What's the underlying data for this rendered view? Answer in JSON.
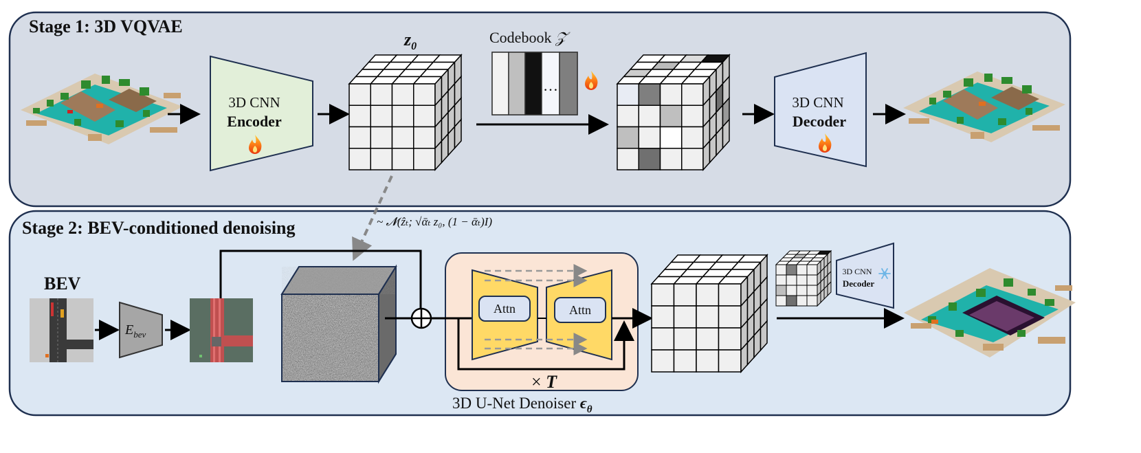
{
  "stage1": {
    "title": "Stage 1: 3D VQVAE",
    "encoder": {
      "line1": "3D CNN",
      "line2": "Encoder"
    },
    "decoder": {
      "line1": "3D CNN",
      "line2": "Decoder"
    },
    "latent": {
      "base": "z",
      "sub": "0"
    },
    "codebook": {
      "label": "Codebook ",
      "symbol": "𝒵",
      "ellipsis": "…"
    }
  },
  "stage2": {
    "title": "Stage 2: BEV-conditioned denoising",
    "bev_label": "BEV",
    "ebev": {
      "base": "E",
      "sub": "bev"
    },
    "noise_formula": "~ 𝓝(ẑₜ; √ᾱₜ z₀, (1 − ᾱₜ)I)",
    "attn1": "Attn",
    "attn2": "Attn",
    "repeat": {
      "x": "× ",
      "T": "T"
    },
    "denoiser": {
      "label": "3D U-Net Denoiser ",
      "symbol": "ϵ",
      "sub": "θ"
    },
    "small_decoder": {
      "line1": "3D CNN",
      "line2": "Decoder"
    }
  },
  "colors": {
    "stage1_bg": "#d6dce6",
    "stage2_bg": "#dce7f3",
    "border": "#1f3050",
    "encoder_fill": "#e2efd9",
    "decoder_fill": "#dae3f3",
    "ebev_fill": "#a6a6a6",
    "unet_bg": "#fbe5d6",
    "unet_wing": "#ffd966",
    "attn_fill": "#dae3f3",
    "road_teal": "#20b2aa",
    "tree_green": "#2e8b2e",
    "building_tan": "#c8a070"
  },
  "icons": [
    "fire-icon",
    "snowflake-icon",
    "plus-circle-icon"
  ]
}
